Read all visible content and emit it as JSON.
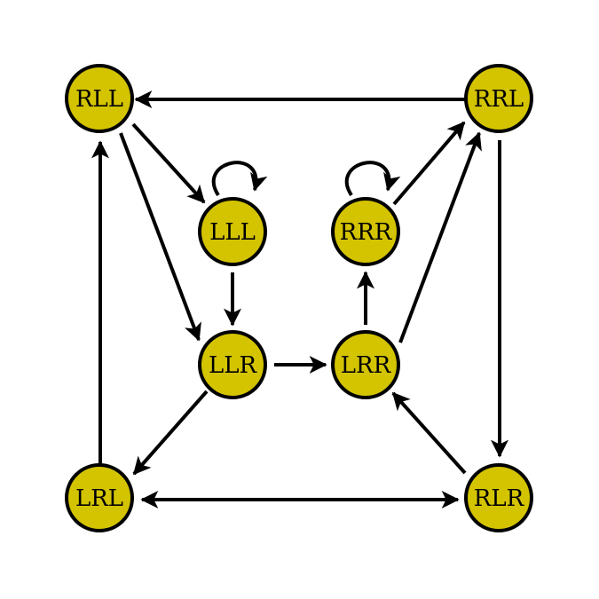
{
  "colors": {
    "node_fill": "#d4c400",
    "node_stroke": "#000000",
    "edge": "#000000",
    "background": "#ffffff"
  },
  "nodes": [
    {
      "id": "RLL",
      "label": "RLL"
    },
    {
      "id": "RRL",
      "label": "RRL"
    },
    {
      "id": "LLL",
      "label": "LLL"
    },
    {
      "id": "RRR",
      "label": "RRR"
    },
    {
      "id": "LLR",
      "label": "LLR"
    },
    {
      "id": "LRR",
      "label": "LRR"
    },
    {
      "id": "LRL",
      "label": "LRL"
    },
    {
      "id": "RLR",
      "label": "RLR"
    }
  ],
  "edges": [
    {
      "from": "RRL",
      "to": "RLL"
    },
    {
      "from": "RLL",
      "to": "LLL"
    },
    {
      "from": "RLL",
      "to": "LLR"
    },
    {
      "from": "LRL",
      "to": "RLL"
    },
    {
      "from": "LLL",
      "to": "LLL"
    },
    {
      "from": "LLL",
      "to": "LLR"
    },
    {
      "from": "RRR",
      "to": "RRR"
    },
    {
      "from": "RRR",
      "to": "RRL"
    },
    {
      "from": "LRR",
      "to": "RRR"
    },
    {
      "from": "LRR",
      "to": "RRL"
    },
    {
      "from": "RRL",
      "to": "RLR"
    },
    {
      "from": "LLR",
      "to": "LRR"
    },
    {
      "from": "LLR",
      "to": "LRL"
    },
    {
      "from": "RLR",
      "to": "LRR"
    },
    {
      "from": "LRL",
      "to": "RLR",
      "bidirectional": true
    }
  ]
}
